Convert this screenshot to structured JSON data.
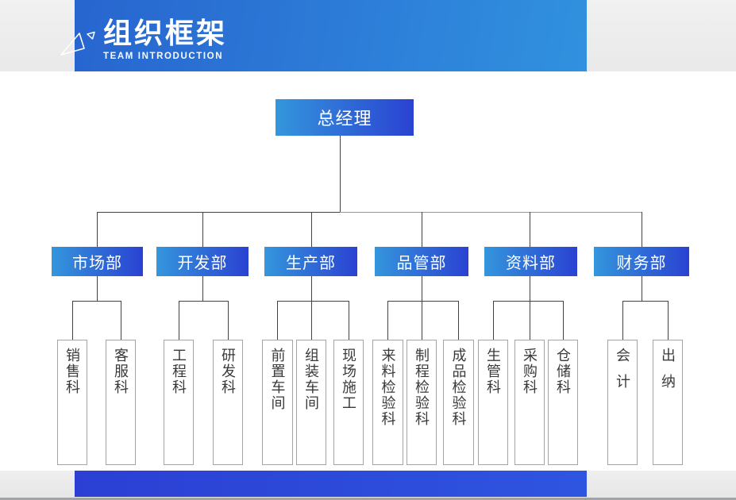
{
  "header": {
    "title": "组织框架",
    "subtitle": "TEAM INTRODUCTION",
    "decoration_icon": "triangle-outline-icons"
  },
  "org": {
    "root": {
      "label": "总经理"
    },
    "departments": [
      {
        "label": "市场部",
        "children": [
          {
            "label": "销售科"
          },
          {
            "label": "客服科"
          }
        ]
      },
      {
        "label": "开发部",
        "children": [
          {
            "label": "工程科"
          },
          {
            "label": "研发科"
          }
        ]
      },
      {
        "label": "生产部",
        "children": [
          {
            "label": "前置车间"
          },
          {
            "label": "组装车间"
          },
          {
            "label": "现场施工"
          }
        ]
      },
      {
        "label": "品管部",
        "children": [
          {
            "label": "来料检验科"
          },
          {
            "label": "制程检验科"
          },
          {
            "label": "成品检验科"
          }
        ]
      },
      {
        "label": "资料部",
        "children": [
          {
            "label": "生管科"
          },
          {
            "label": "采购科"
          },
          {
            "label": "仓储科"
          }
        ]
      },
      {
        "label": "财务部",
        "children": [
          {
            "label": "会计"
          },
          {
            "label": "出纳"
          }
        ]
      }
    ]
  },
  "colors": {
    "content_bg": "#ffffff",
    "header_gradient_start": "#2765cf",
    "header_gradient_end": "#3191df",
    "bottom_bar_start": "#2b3fd4",
    "bottom_bar_end": "#2e55e0",
    "bottom_strip": "#a2a3a7",
    "node_gradient_start": "#3496dc",
    "node_gradient_end": "#2a42d2",
    "node_text": "#ffffff",
    "leaf_border": "#a4a4a4",
    "leaf_text": "#3a3a3c",
    "connector_dark": "#424242",
    "connector_light": "#949494"
  }
}
